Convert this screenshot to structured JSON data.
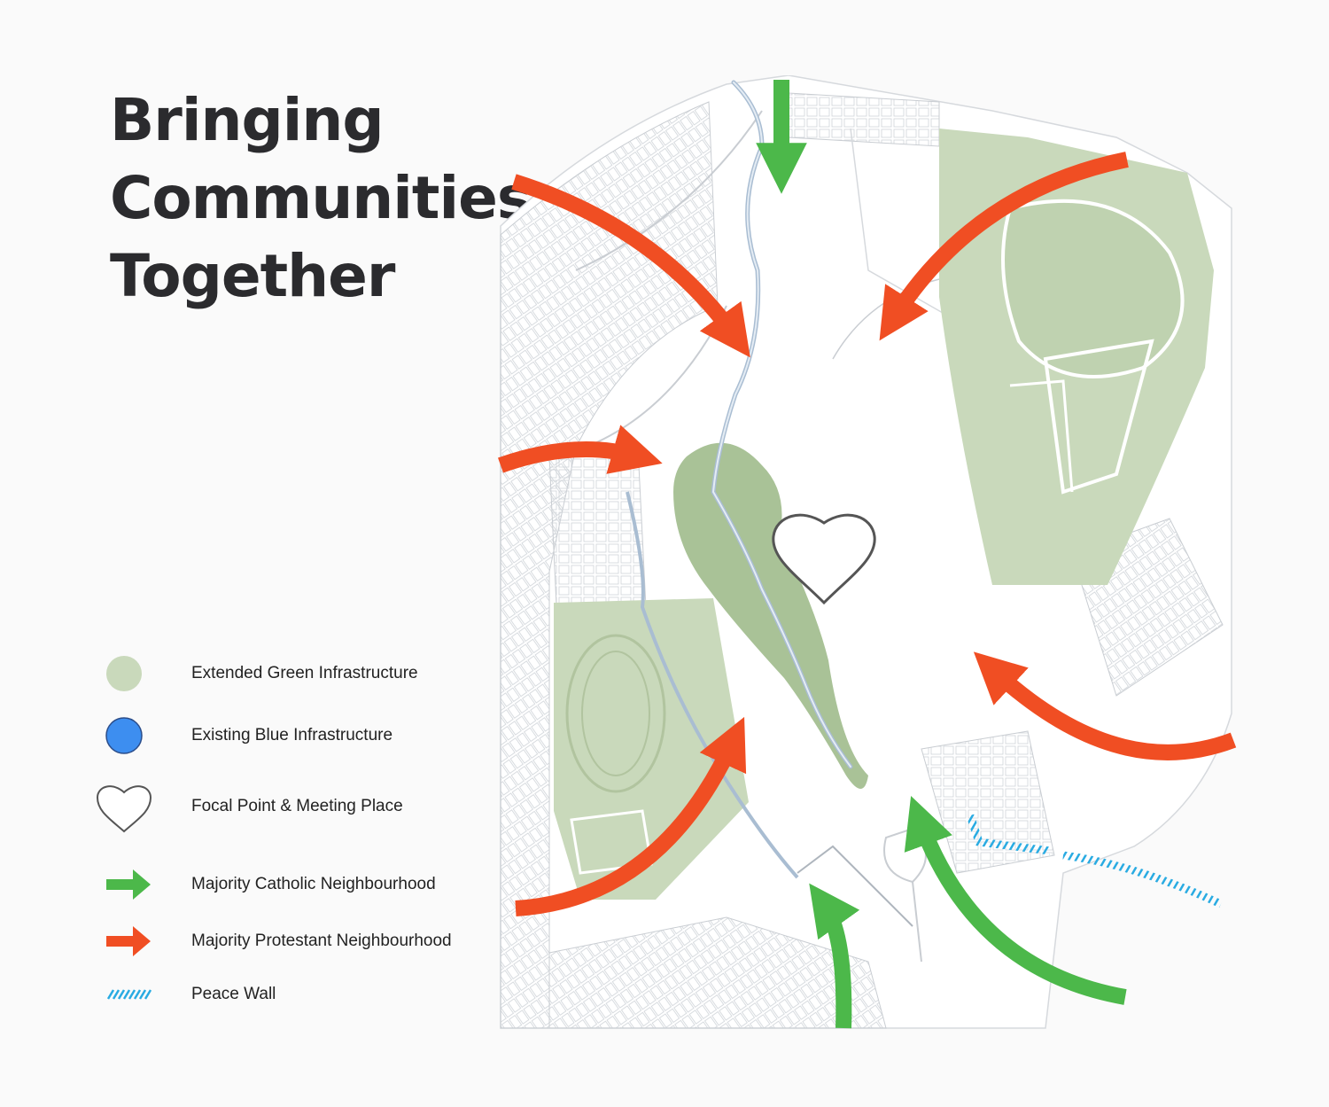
{
  "title": {
    "line1": "Bringing",
    "line2": "Communities",
    "line3": "Together"
  },
  "colors": {
    "green_infrastructure": "#c9d9bb",
    "green_core": "#a9c297",
    "blue_infrastructure": "#3d8ef0",
    "catholic_arrow": "#4cb84a",
    "protestant_arrow": "#f04e23",
    "peace_wall": "#29abe2",
    "map_lines": "#c9cdd2",
    "stream": "#a9bdd2"
  },
  "legend": [
    {
      "key": "green",
      "label": "Extended Green Infrastructure",
      "icon": "green-circle-icon"
    },
    {
      "key": "blue",
      "label": "Existing Blue Infrastructure",
      "icon": "blue-circle-icon"
    },
    {
      "key": "heart",
      "label": "Focal Point & Meeting Place",
      "icon": "heart-icon"
    },
    {
      "key": "catholic",
      "label": "Majority Catholic Neighbourhood",
      "icon": "green-arrow-icon"
    },
    {
      "key": "protestant",
      "label": "Majority Protestant Neighbourhood",
      "icon": "orange-arrow-icon"
    },
    {
      "key": "wall",
      "label": "Peace Wall",
      "icon": "hatch-line-icon"
    }
  ]
}
